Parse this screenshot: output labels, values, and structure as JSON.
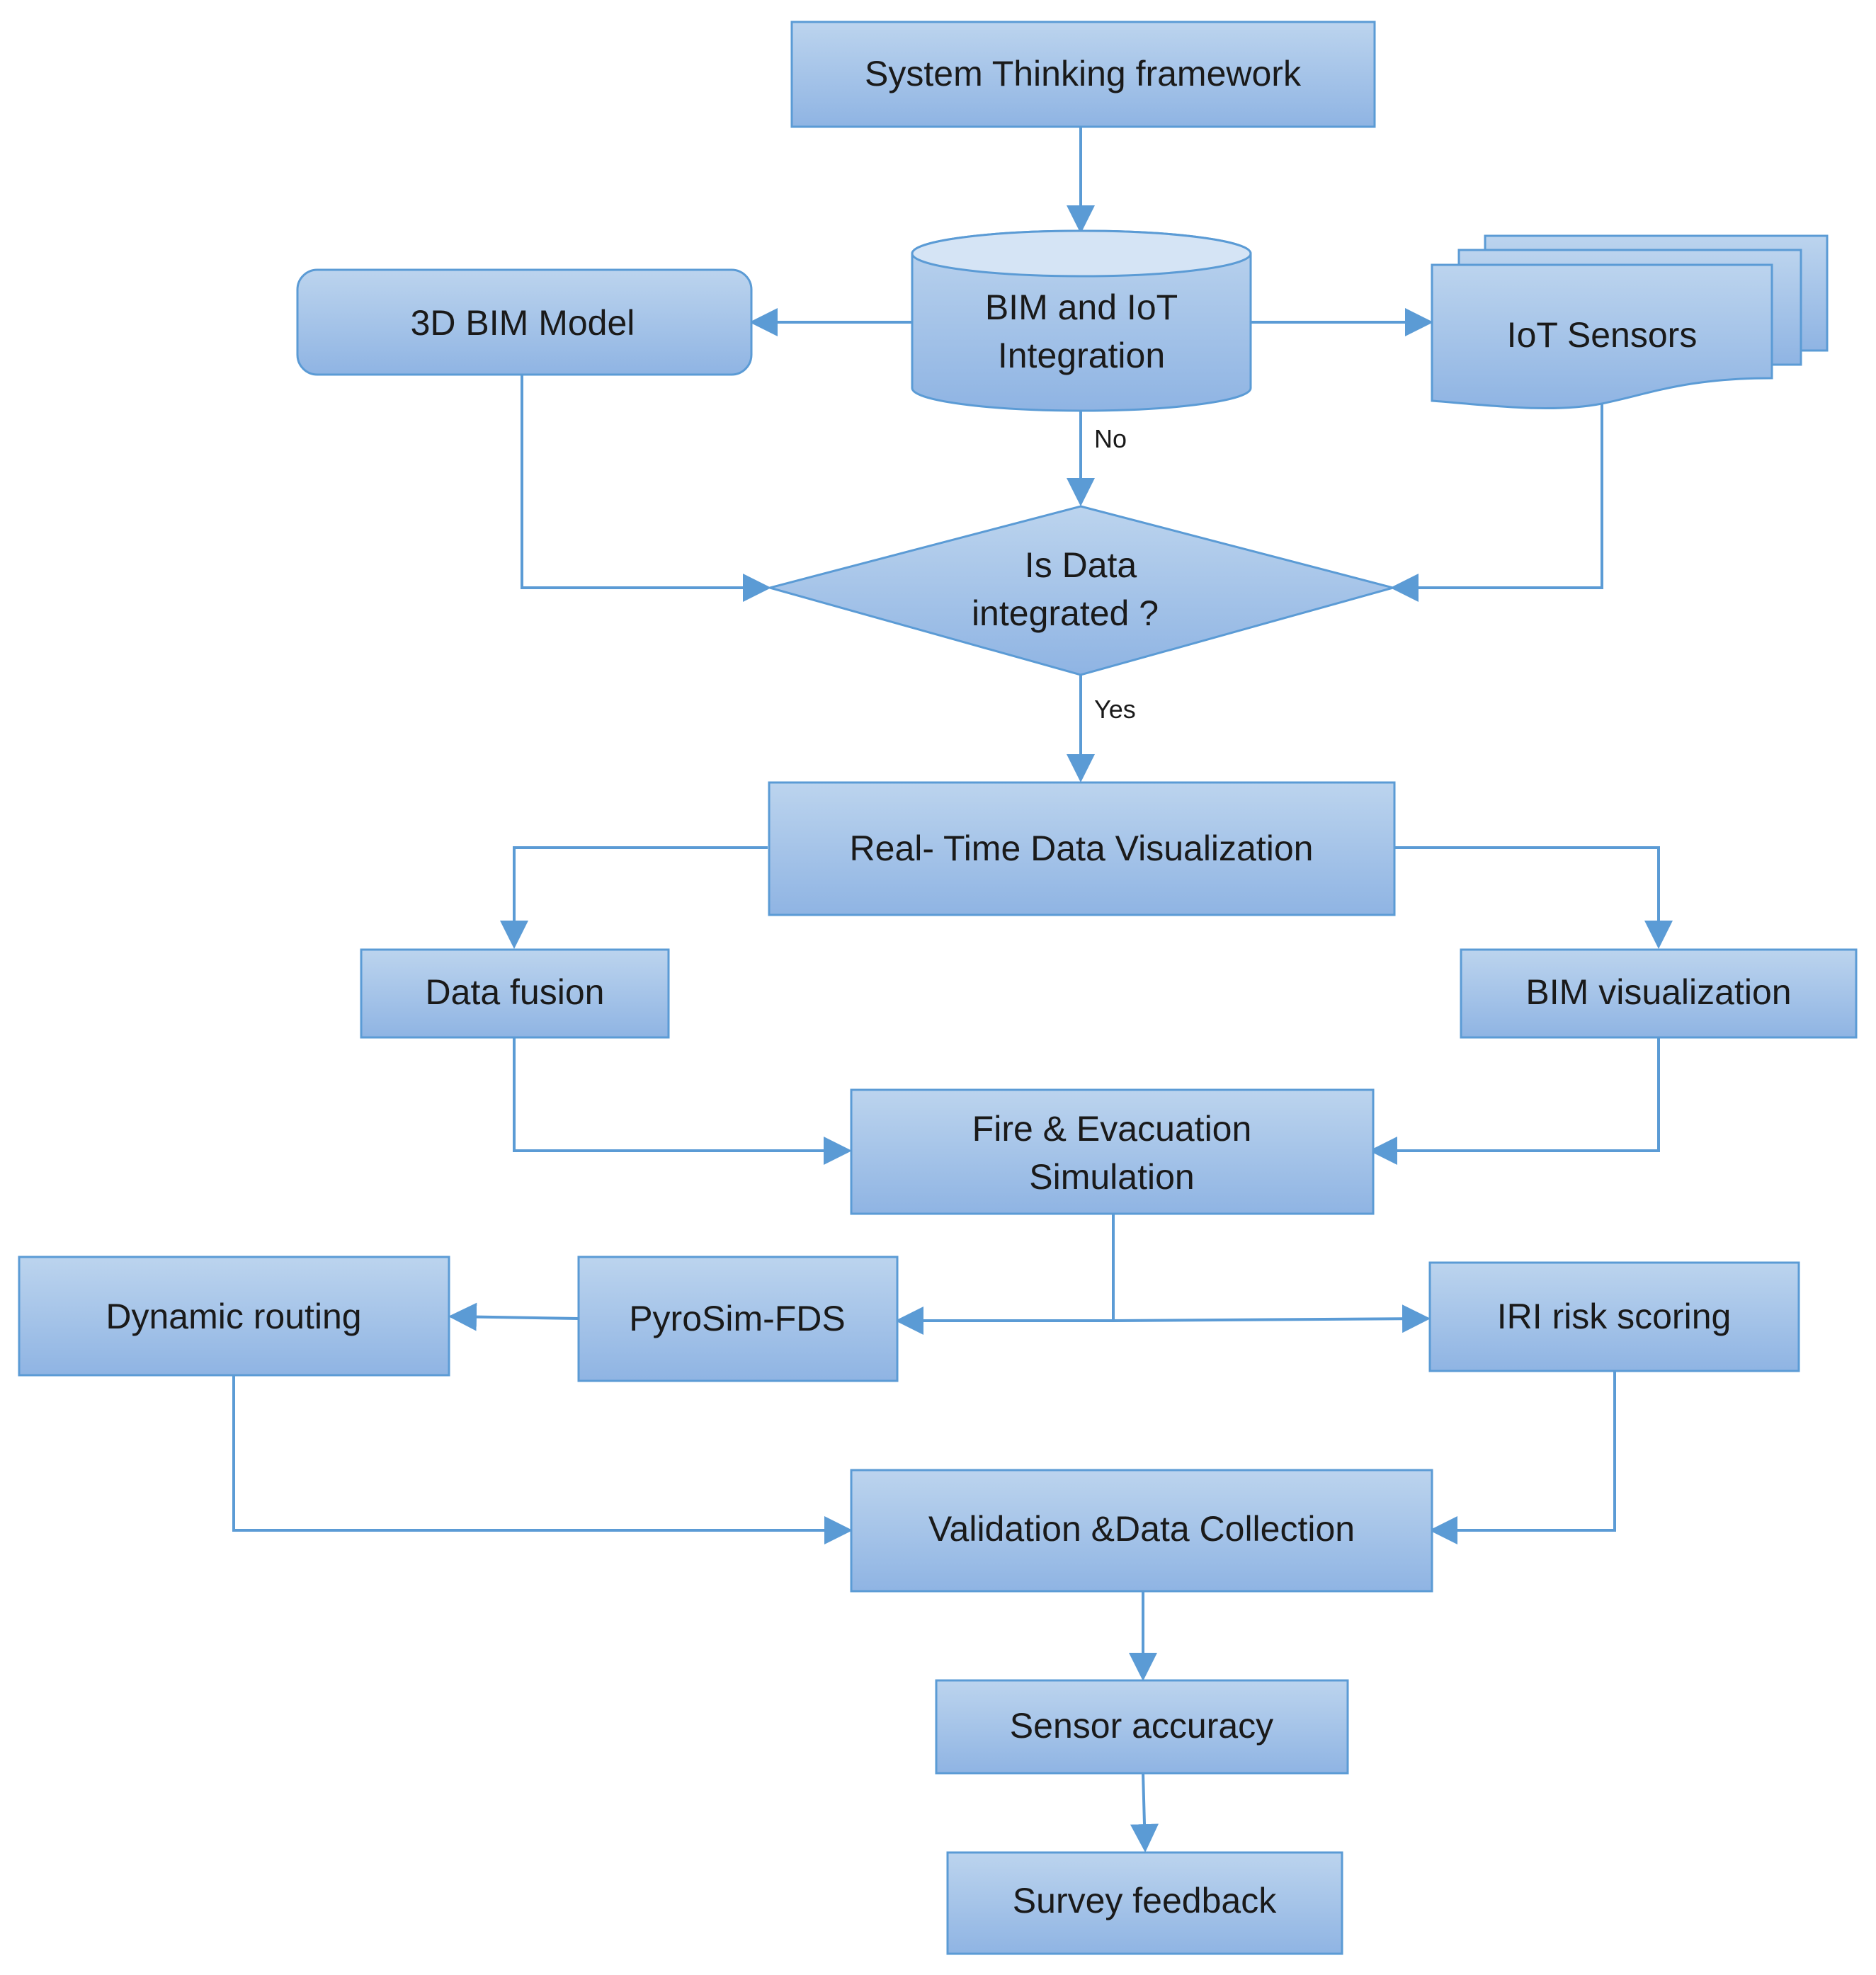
{
  "colors": {
    "fill_top": "#bcd4ee",
    "fill_bottom": "#8fb4e3",
    "stroke": "#5b9bd5",
    "cylinder_top": "#d5e4f5",
    "text": "#1a1a1a"
  },
  "nodes": {
    "system_thinking": "System Thinking framework",
    "bim_iot": [
      "BIM and IoT",
      "Integration"
    ],
    "bim_model": "3D BIM Model",
    "iot_sensors": "IoT Sensors",
    "decision": [
      "Is Data",
      "integrated ?"
    ],
    "realtime": "Real- Time Data Visualization",
    "data_fusion": "Data fusion",
    "bim_vis": "BIM visualization",
    "fire_sim": [
      "Fire & Evacuation",
      "Simulation"
    ],
    "dynamic_routing": "Dynamic routing",
    "pyrosim": "PyroSim-FDS",
    "iri": "IRI risk scoring",
    "validation": "Validation &Data Collection",
    "sensor_accuracy": "Sensor accuracy",
    "survey": "Survey feedback"
  },
  "edges": {
    "no_label": "No",
    "yes_label": "Yes"
  }
}
